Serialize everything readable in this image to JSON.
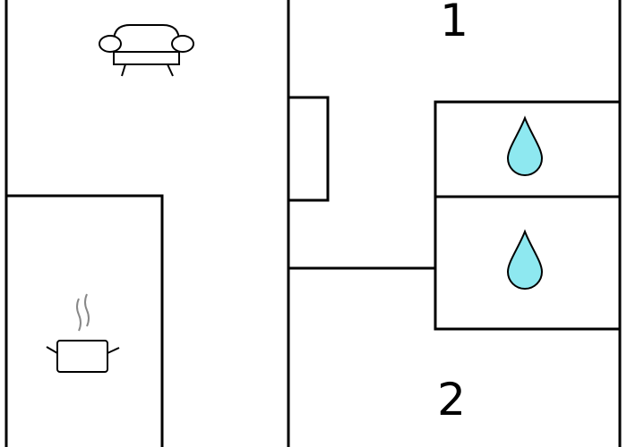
{
  "floorplan": {
    "rooms": [
      {
        "id": "bedroom-1",
        "number": "1"
      },
      {
        "id": "bedroom-2",
        "number": "2"
      }
    ],
    "icons": [
      {
        "name": "sofa-icon",
        "room": "living-room"
      },
      {
        "name": "cooking-pot-icon",
        "room": "kitchen"
      },
      {
        "name": "water-drop-icon",
        "room": "bathroom-1"
      },
      {
        "name": "water-drop-icon",
        "room": "bathroom-2"
      }
    ],
    "colors": {
      "wall": "#000000",
      "background": "#ffffff",
      "water": "#8ee8f0",
      "steam": "#888888"
    }
  }
}
